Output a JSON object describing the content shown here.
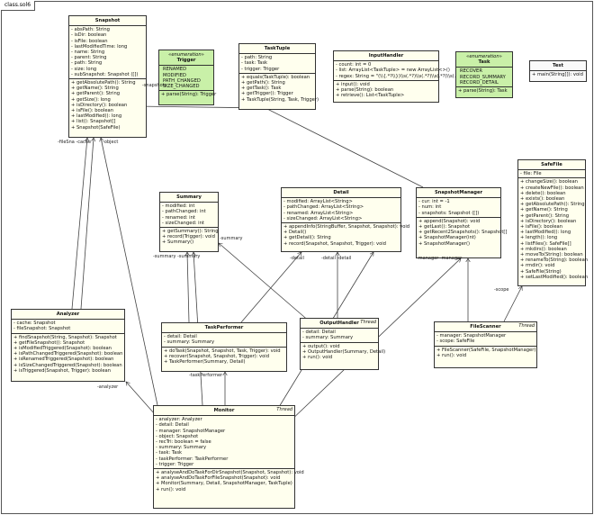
{
  "diagram_title": "class.sol6",
  "classes": {
    "snapshot": {
      "name": "Snapshot",
      "attrs": [
        "absPath: String",
        "isDir: boolean",
        "isFile: boolean",
        "lastModifiedTime: long",
        "name: String",
        "parent: String",
        "path: String",
        "size: long",
        "subSnapshot: Snapshot ([])"
      ],
      "ops": [
        "getAbsolutePath(): String",
        "getName(): String",
        "getParent(): String",
        "getSize(): long",
        "isDirectory(): boolean",
        "isFile(): boolean",
        "lastModified(): long",
        "list(): Snapshot[]",
        "Snapshot(SafeFile)"
      ]
    },
    "trigger": {
      "stereotype": "«enumeration»",
      "name": "Trigger",
      "attrs": [
        "RENAMED",
        "MODIFIED",
        "PATH_CHANGED",
        "SIZE_CHANGED"
      ],
      "ops": [
        "parse(String): Trigger"
      ]
    },
    "tasktuple": {
      "name": "TaskTuple",
      "attrs": [
        "path: String",
        "task: Task",
        "trigger: Trigger"
      ],
      "ops": [
        "equals(TaskTuple): boolean",
        "getPath(): String",
        "getTask(): Task",
        "getTrigger(): Trigger",
        "TaskTuple(String, Task, Trigger)"
      ]
    },
    "inputhandler": {
      "name": "InputHandler",
      "attrs": [
        "count: int = 0",
        "list: ArrayList<TaskTuple> = new ArrayList<>()",
        "regex: String = \"(\\\\{.*?\\\\})\\\\s(.*?)\\\\s(.*?)\\\\s(.*?)\\\\s(.*?)\""
      ],
      "ops": [
        "input(): void",
        "parse(String): boolean",
        "retrieve(): List<TaskTuple>"
      ]
    },
    "task": {
      "stereotype": "«enumeration»",
      "name": "Task",
      "attrs": [
        "RECOVER",
        "RECORD_SUMMARY",
        "RECORD_DETAIL"
      ],
      "ops": [
        "parse(String): Task"
      ]
    },
    "test": {
      "name": "Test",
      "attrs": [],
      "ops": [
        "main(String[]): void"
      ]
    },
    "safefile": {
      "name": "SafeFile",
      "attrs": [
        "file: File"
      ],
      "ops": [
        "changeSize(): boolean",
        "createNewFile(): boolean",
        "delete(): boolean",
        "exists(): boolean",
        "getAbsolutePath(): String",
        "getName(): String",
        "getParent(): String",
        "isDirectory(): boolean",
        "isFile(): boolean",
        "lastModified(): long",
        "length(): long",
        "listFiles(): SafeFile[]",
        "mkdirs(): boolean",
        "moveTo(String): boolean",
        "renameTo(String): boolean",
        "rmdir(): void",
        "SafeFile(String)",
        "setLastModified(): boolean"
      ]
    },
    "summary": {
      "name": "Summary",
      "attrs": [
        "modified: int",
        "pathChanged: int",
        "renamed: int",
        "sizeChanged: int"
      ],
      "ops": [
        "getSummary(): String",
        "record(Trigger): void",
        "Summary()"
      ]
    },
    "detail": {
      "name": "Detail",
      "attrs": [
        "modified: ArrayList<String>",
        "pathChanged: ArrayList<String>",
        "renamed: ArrayList<String>",
        "sizeChanged: ArrayList<String>"
      ],
      "ops": [
        "appendInfo(StringBuffer, Snapshot, Snapshot): void",
        "Detail()",
        "getDetail(): String",
        "record(Snapshot, Snapshot, Trigger): void"
      ]
    },
    "snapshotmanager": {
      "name": "SnapshotManager",
      "attrs": [
        "cur: int = -1",
        "num: int",
        "snapshots: Snapshot ([])"
      ],
      "ops": [
        "append(Snapshot): void",
        "getLast(): Snapshot",
        "getRecent2Snapshots(): Snapshot[]",
        "SnapshotManager(int)",
        "SnapshotManager()"
      ]
    },
    "analyzer": {
      "name": "Analyzer",
      "attrs": [
        "cache: Snapshot",
        "fileSnapshot: Snapshot"
      ],
      "ops": [
        "findSnapshot(String, Snapshot): Snapshot",
        "getFileSnapshot(): Snapshot",
        "isModifiedTriggered(Snapshot): boolean",
        "isPathChangedTriggered(Snapshot): boolean",
        "isRenamedTriggered(Snapshot): boolean",
        "isSizeChangedTriggered(Snapshot): boolean",
        "isTriggered(Snapshot, Trigger): boolean"
      ]
    },
    "taskperformer": {
      "name": "TaskPerformer",
      "attrs": [
        "detail: Detail",
        "summary: Summary"
      ],
      "ops": [
        "doTask(Snapshot, Snapshot, Task, Trigger): void",
        "recover(Snapshot, Snapshot, Trigger): void",
        "TaskPerformer(Summary, Detail)"
      ]
    },
    "outputhandler": {
      "tag": "Thread",
      "name": "OutputHandler",
      "attrs": [
        "detail: Detail",
        "summary: Summary"
      ],
      "ops": [
        "output(): void",
        "OutputHandler(Summary, Detail)",
        "run(): void"
      ]
    },
    "filescanner": {
      "tag": "Thread",
      "name": "FileScanner",
      "attrs": [
        "manager: SnapshotManager",
        "scope: SafeFile"
      ],
      "ops": [
        "FileScanner(SafeFile, SnapshotManager)",
        "run(): void"
      ]
    },
    "monitor": {
      "tag": "Thread",
      "name": "Monitor",
      "attrs": [
        "analyzer: Analyzer",
        "detail: Detail",
        "manager: SnapshotManager",
        "object: Snapshot",
        "recTri: boolean = false",
        "summary: Summary",
        "task: Task",
        "taskPerformer: TaskPerformer",
        "trigger: Trigger"
      ],
      "ops": [
        "analyseAndDoTaskForDirSnapshot(Snapshot, Snapshot): void",
        "analyseAndDoTaskForFileSnapshot(Snapshot): void",
        "Monitor(Summary, Detail, SnapshotManager, TaskTuple)",
        "run(): void"
      ]
    }
  },
  "labels": {
    "filesnapshot_cache": "-fileSna -cache",
    "object": "-object",
    "snapshots": "-snapshots",
    "summary_pair": "-summary -summary",
    "summary_right": "-summary",
    "detail_left": "-detail",
    "detail_pair": "-detail -detail",
    "manager_pair": "-manager -manager",
    "scope": "-scope",
    "analyzer": "-analyzer",
    "taskperformer": "-taskPerformer"
  }
}
